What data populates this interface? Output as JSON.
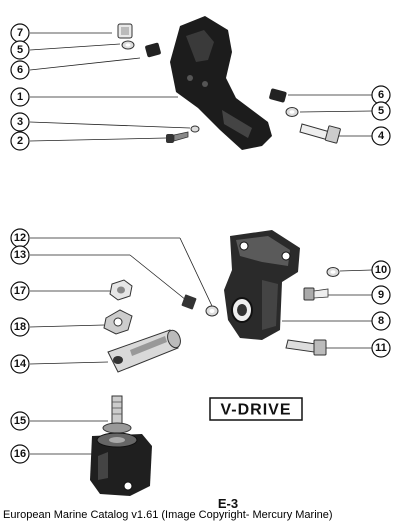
{
  "diagram": {
    "callouts": {
      "c1": "1",
      "c2": "2",
      "c3": "3",
      "c4": "4",
      "c5a": "5",
      "c5b": "5",
      "c6a": "6",
      "c6b": "6",
      "c7": "7",
      "c8": "8",
      "c9": "9",
      "c10": "10",
      "c11": "11",
      "c12": "12",
      "c13": "13",
      "c14": "14",
      "c15": "15",
      "c16": "16",
      "c17": "17",
      "c18": "18"
    },
    "box_label": "V-DRIVE",
    "page_code": "E-3"
  },
  "caption": "European Marine Catalog v1.61 (Image Copyright- Mercury Marine)"
}
